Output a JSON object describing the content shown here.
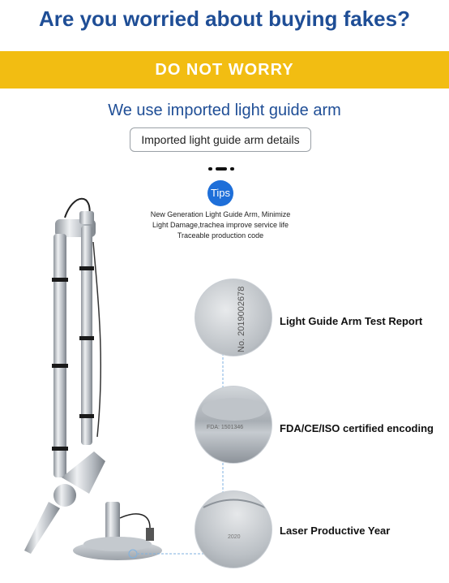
{
  "header": {
    "question": "Are you worried about buying fakes?",
    "banner": "DO NOT WORRY",
    "banner_color": "#f2bd12"
  },
  "intro": {
    "title": "We use imported light guide arm",
    "details_label": "Imported light guide arm details"
  },
  "tips": {
    "badge": "Tips",
    "badge_color": "#1e6fd9",
    "lines": [
      "New Generation Light Guide Arm, Minimize",
      "Light Damage,trachea improve service life",
      "Traceable production code"
    ]
  },
  "features": [
    {
      "label": "Light Guide Arm Test Report",
      "engraving": "No. 2019002678"
    },
    {
      "label": "FDA/CE/ISO certified encoding",
      "engraving": "FDA: 1501346"
    },
    {
      "label": "Laser Productive Year",
      "engraving": "2020"
    }
  ],
  "theme": {
    "heading_color": "#1f4e96"
  }
}
